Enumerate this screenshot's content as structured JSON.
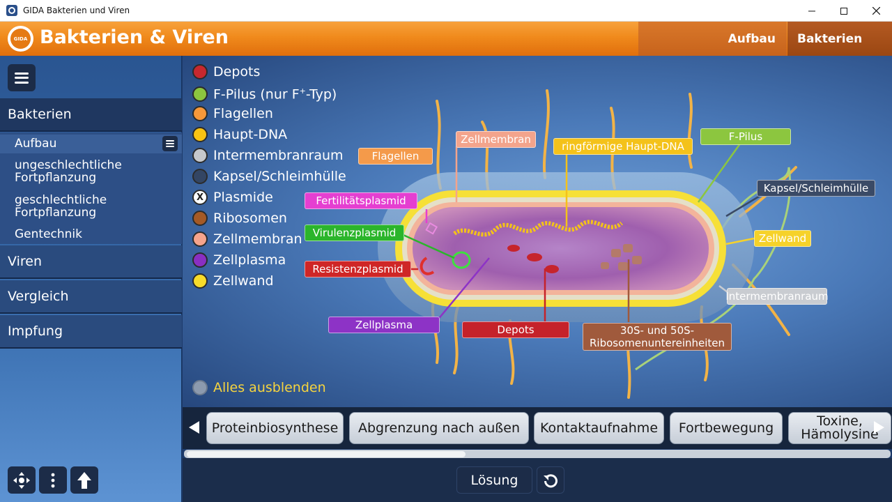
{
  "window": {
    "title": "GIDA Bakterien und Viren",
    "minimize_glyph": "—",
    "maximize_glyph": "☐",
    "close_glyph": "✕"
  },
  "header": {
    "logo_text": "GIDA",
    "title": "Bakterien & Viren",
    "breadcrumb": [
      "Aufbau",
      "Bakterien"
    ]
  },
  "sidebar": {
    "sections": [
      {
        "label": "Bakterien"
      },
      {
        "label": "Viren"
      },
      {
        "label": "Vergleich"
      },
      {
        "label": "Impfung"
      }
    ],
    "subitems": [
      {
        "label": "Aufbau",
        "active": true
      },
      {
        "label": "ungeschlechtliche Fortpflanzung",
        "active": false
      },
      {
        "label": "geschlechtliche Fortpflanzung",
        "active": false
      },
      {
        "label": "Gentechnik",
        "active": false
      }
    ],
    "bottom_icons": [
      "move-icon",
      "more-vertical-icon",
      "arrow-up-icon"
    ]
  },
  "legend": {
    "items": [
      {
        "label": "Depots",
        "color": "#c7282e"
      },
      {
        "label": "F-Pilus (nur F",
        "sup": "+",
        "suffix": "-Typ)",
        "color": "#8cc63f"
      },
      {
        "label": "Flagellen",
        "color": "#f7983a"
      },
      {
        "label": "Haupt-DNA",
        "color": "#f9c313"
      },
      {
        "label": "Intermembranraum",
        "color": "#c5c8cc"
      },
      {
        "label": "Kapsel/Schleimhülle",
        "color": "#334563"
      },
      {
        "label": "Plasmide",
        "color": "#ffffff",
        "mark": "X"
      },
      {
        "label": "Ribosomen",
        "color": "#a55a26"
      },
      {
        "label": "Zellmembran",
        "color": "#f6a48c"
      },
      {
        "label": "Zellplasma",
        "color": "#8a2fc2"
      },
      {
        "label": "Zellwand",
        "color": "#f8dc2a"
      }
    ],
    "hide_all": "Alles ausblenden"
  },
  "diagram_labels": {
    "flagellen": {
      "text": "Flagellen",
      "color": "#f49a4a"
    },
    "zellmembran": {
      "text": "Zellmembran",
      "color": "#f3a48c"
    },
    "haupt_dna": {
      "text": "ringförmige Haupt-DNA",
      "color": "#f4c21a"
    },
    "f_pilus": {
      "text": "F-Pilus",
      "color": "#8cc63f"
    },
    "kapsel": {
      "text": "Kapsel/Schleimhülle",
      "color": "#3a4a66"
    },
    "fertilitaet": {
      "text": "Fertilitätsplasmid",
      "color": "#e53fd1"
    },
    "virulenz": {
      "text": "Virulenzplasmid",
      "color": "#2bb52b"
    },
    "zellwand": {
      "text": "Zellwand",
      "color": "#f6d22a"
    },
    "resistenz": {
      "text": "Resistenzplasmid",
      "color": "#cf2626"
    },
    "intermembran": {
      "text": "Intermembranraum",
      "color": "#c9ccd1"
    },
    "zellplasma": {
      "text": "Zellplasma",
      "color": "#8d33c6"
    },
    "depots": {
      "text": "Depots",
      "color": "#c5222a"
    },
    "ribosomen": {
      "text": "30S- und 50S-\nRibosomenuntereinheiten",
      "color": "#a05a3c"
    }
  },
  "tabs": [
    {
      "label": "Proteinbiosynthese"
    },
    {
      "label": "Abgrenzung nach außen"
    },
    {
      "label": "Kontaktaufnahme"
    },
    {
      "label": "Fortbewegung"
    },
    {
      "label": "Toxine,\nHämolysine"
    }
  ],
  "scrollbar": {
    "position_fraction": 0.4
  },
  "footer": {
    "solution_label": "Lösung",
    "reset_icon": "reset-icon"
  }
}
